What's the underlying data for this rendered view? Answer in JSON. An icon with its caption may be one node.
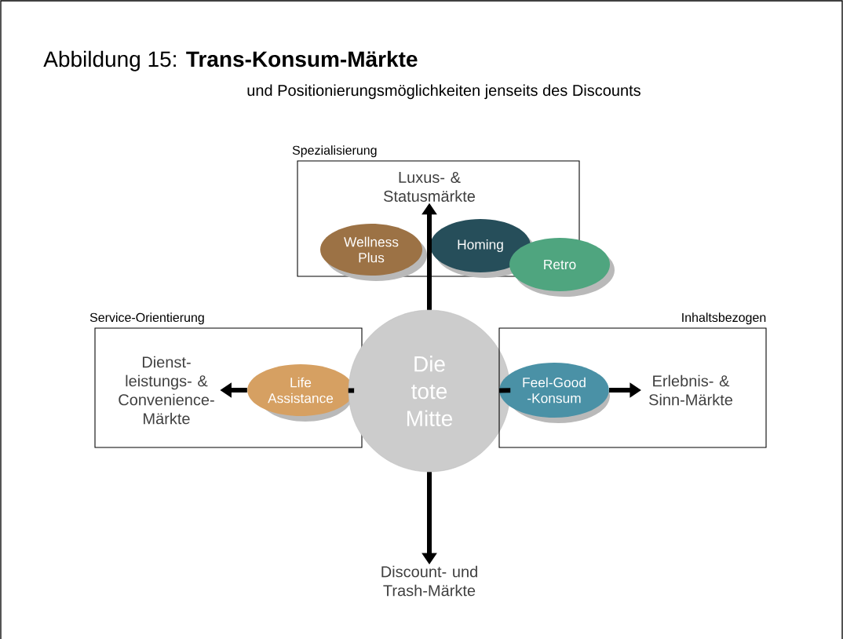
{
  "diagram": {
    "title": "Abbildung 15: **Trans-Konsum-Märkte**",
    "nodes": [
      {
        "text": [
          "Spezialisierung"
        ]
      },
      {
        "text": [
          "Luxus- & Statusmärkte"
        ],
        "in": 0
      },
      {
        "text": [
          "Wellness Plus"
        ],
        "in": 0
      },
      {
        "text": [
          "Homing"
        ],
        "in": 0
      },
      {
        "text": [
          "Retro"
        ]
      },
      {
        "text": [
          "Service-Orientierung"
        ]
      },
      {
        "text": [
          "Dienst- leistungs- & Convenience- Märkte"
        ],
        "in": 5
      },
      {
        "text": [
          "Life Assistance"
        ],
        "in": 5
      },
      {
        "text": [
          "Die tote Mitte"
        ]
      },
      {
        "text": [
          "Inhaltsbezogen"
        ]
      },
      {
        "text": [
          "Feel-Good -Konsum"
        ],
        "in": 9
      },
      {
        "text": [
          "Erlebnis- & Sinn-Märkte"
        ],
        "in": 9
      },
      {
        "text": [
          "Discount- und Trash-Märkte"
        ]
      }
    ],
    "edges": [
      {
        "from": 8,
        "to": 1,
        "arrow": "to"
      },
      {
        "from": 8,
        "to": 12,
        "arrow": "to"
      },
      {
        "from": 8,
        "to": 7,
        "arrow": "none"
      },
      {
        "from": 7,
        "to": 6,
        "arrow": "to"
      },
      {
        "from": 8,
        "to": 10,
        "arrow": "none"
      },
      {
        "from": 10,
        "to": 11,
        "arrow": "to"
      }
    ],
    "labels": [
      "und Positionierungsmöglichkeiten jenseits des Discounts"
    ]
  }
}
